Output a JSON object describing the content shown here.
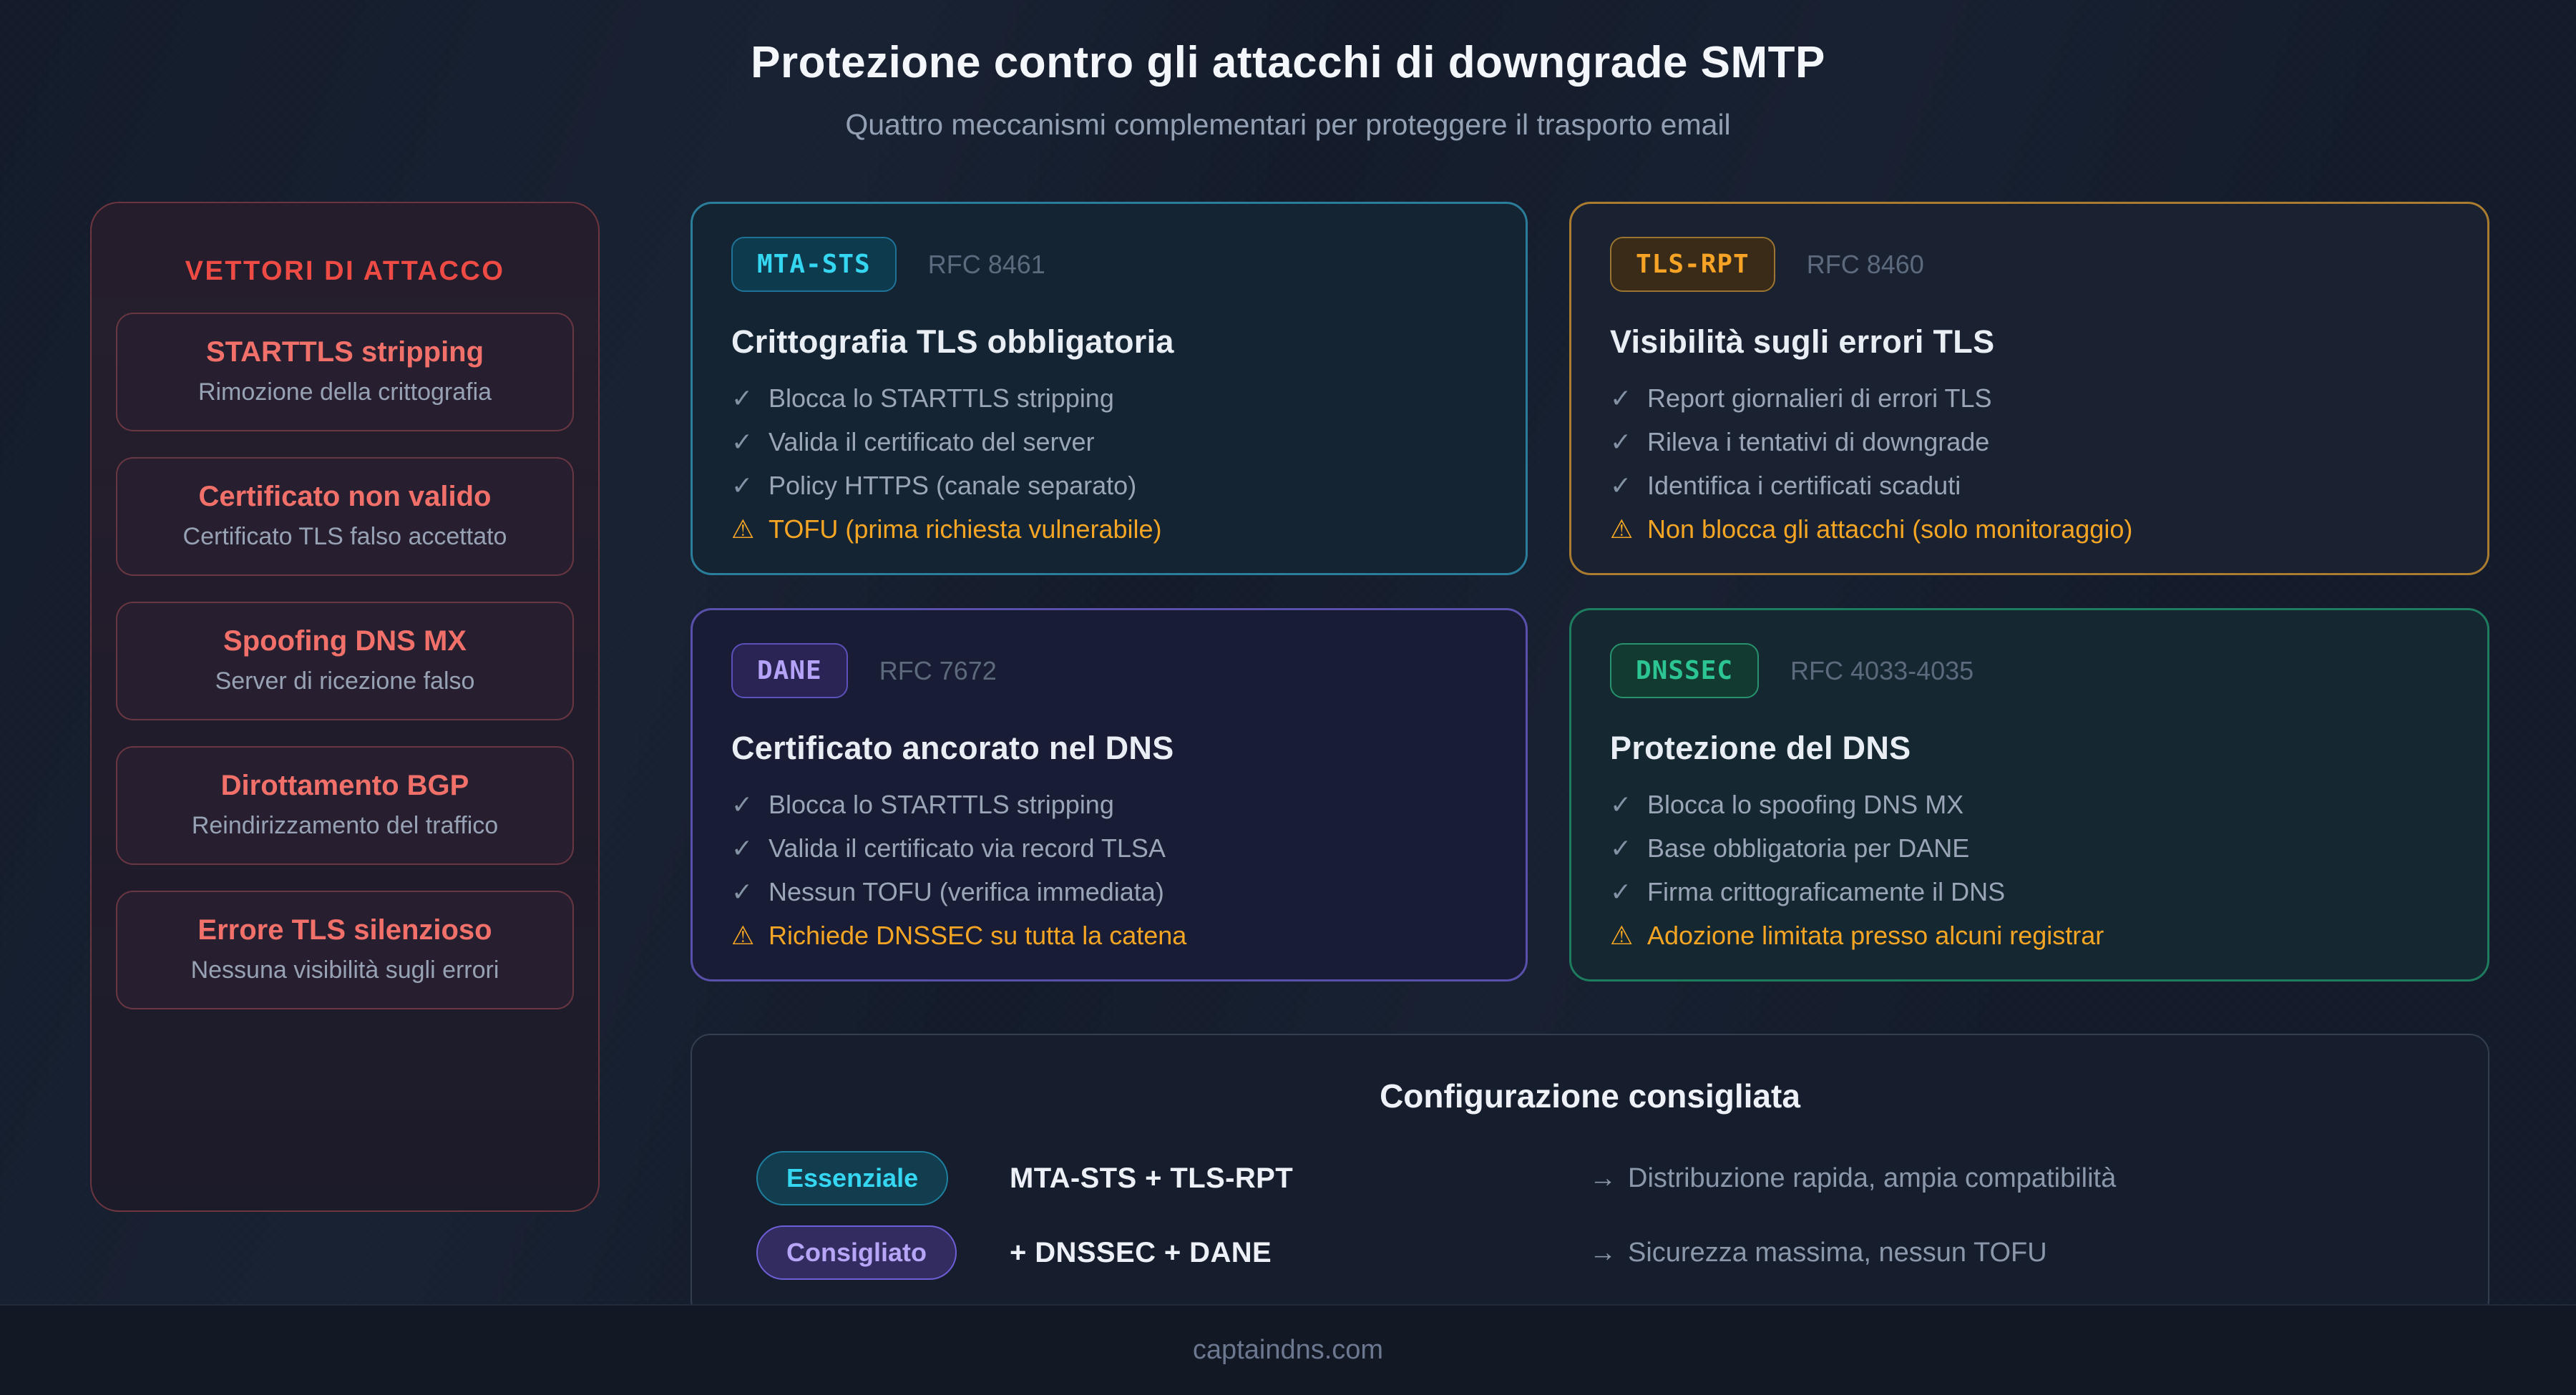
{
  "page": {
    "title": "Protezione contro gli attacchi di downgrade SMTP",
    "subtitle": "Quattro meccanismi complementari per proteggere il trasporto email",
    "footer": "captaindns.com"
  },
  "icons": {
    "check": "✓",
    "warning": "⚠",
    "arrow": "→"
  },
  "colors": {
    "background": "#141c2b",
    "attack_accent": "#ee4b45",
    "mta_sts_accent": "#35d6f2",
    "tls_rpt_accent": "#f7a325",
    "dane_accent": "#b4a3f6",
    "dnssec_accent": "#2bc492",
    "warning": "#f5a524"
  },
  "attack_vectors": {
    "title": "VETTORI DI ATTACCO",
    "items": [
      {
        "name": "STARTTLS stripping",
        "desc": "Rimozione della crittografia"
      },
      {
        "name": "Certificato non valido",
        "desc": "Certificato TLS falso accettato"
      },
      {
        "name": "Spoofing DNS MX",
        "desc": "Server di ricezione falso"
      },
      {
        "name": "Dirottamento BGP",
        "desc": "Reindirizzamento del traffico"
      },
      {
        "name": "Errore TLS silenzioso",
        "desc": "Nessuna visibilità sugli errori"
      }
    ]
  },
  "protocols": [
    {
      "badge": "MTA-STS",
      "rfc": "RFC 8461",
      "title": "Crittografia TLS obbligatoria",
      "checks": [
        "Blocca lo STARTTLS stripping",
        "Valida il certificato del server",
        "Policy HTTPS (canale separato)"
      ],
      "warning": "TOFU (prima richiesta vulnerabile)"
    },
    {
      "badge": "TLS-RPT",
      "rfc": "RFC 8460",
      "title": "Visibilità sugli errori TLS",
      "checks": [
        "Report giornalieri di errori TLS",
        "Rileva i tentativi di downgrade",
        "Identifica i certificati scaduti"
      ],
      "warning": "Non blocca gli attacchi (solo monitoraggio)"
    },
    {
      "badge": "DANE",
      "rfc": "RFC 7672",
      "title": "Certificato ancorato nel DNS",
      "checks": [
        "Blocca lo STARTTLS stripping",
        "Valida il certificato via record TLSA",
        "Nessun TOFU (verifica immediata)"
      ],
      "warning": "Richiede DNSSEC su tutta la catena"
    },
    {
      "badge": "DNSSEC",
      "rfc": "RFC 4033-4035",
      "title": "Protezione del DNS",
      "checks": [
        "Blocca lo spoofing DNS MX",
        "Base obbligatoria per DANE",
        "Firma crittograficamente il DNS"
      ],
      "warning": "Adozione limitata presso alcuni registrar"
    }
  ],
  "recommended": {
    "title": "Configurazione consigliata",
    "rows": [
      {
        "badge": "Essenziale",
        "combo": "MTA-STS + TLS-RPT",
        "benefit": "Distribuzione rapida, ampia compatibilità"
      },
      {
        "badge": "Consigliato",
        "combo": "+ DNSSEC + DANE",
        "benefit": "Sicurezza massima, nessun TOFU"
      }
    ]
  }
}
